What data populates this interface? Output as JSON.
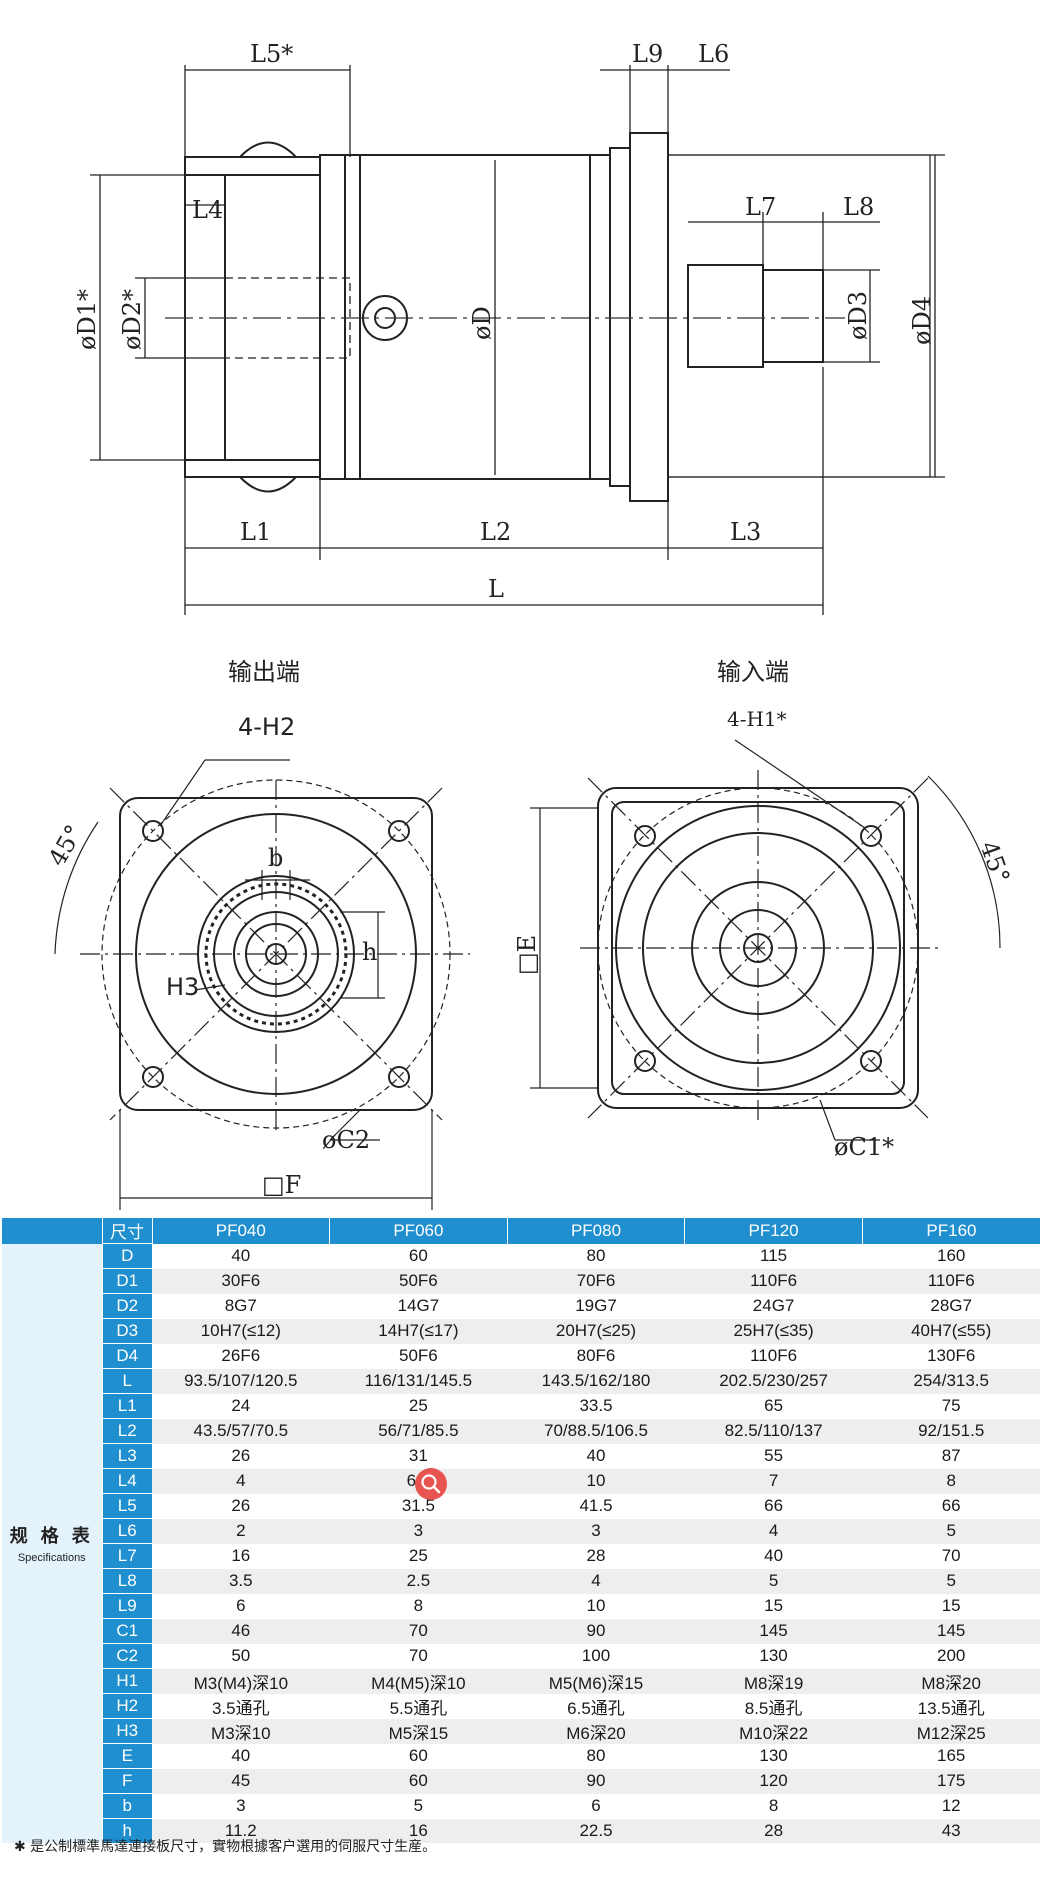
{
  "drawing": {
    "side_view": {
      "labels": [
        "L5*",
        "L9",
        "L6",
        "L4",
        "L7",
        "L8",
        "øD1*",
        "øD2*",
        "øD",
        "øD3",
        "øD4",
        "L1",
        "L2",
        "L3",
        "L"
      ]
    },
    "output_view": {
      "title": "输出端",
      "labels": [
        "4-H2",
        "45°",
        "b",
        "h",
        "H3",
        "øC2",
        "□F"
      ]
    },
    "input_view": {
      "title": "输入端",
      "labels": [
        "4-H1*",
        "45°",
        "□E",
        "øC1*"
      ]
    }
  },
  "table": {
    "header_label": "尺寸",
    "side_title": "规 格 表",
    "side_subtitle": "Specifications",
    "models": [
      "PF040",
      "PF060",
      "PF080",
      "PF120",
      "PF160"
    ],
    "rows": [
      {
        "key": "D",
        "values": [
          "40",
          "60",
          "80",
          "115",
          "160"
        ]
      },
      {
        "key": "D1",
        "values": [
          "30F6",
          "50F6",
          "70F6",
          "110F6",
          "110F6"
        ]
      },
      {
        "key": "D2",
        "values": [
          "8G7",
          "14G7",
          "19G7",
          "24G7",
          "28G7"
        ]
      },
      {
        "key": "D3",
        "values": [
          "10H7(≤12)",
          "14H7(≤17)",
          "20H7(≤25)",
          "25H7(≤35)",
          "40H7(≤55)"
        ]
      },
      {
        "key": "D4",
        "values": [
          "26F6",
          "50F6",
          "80F6",
          "110F6",
          "130F6"
        ]
      },
      {
        "key": "L",
        "values": [
          "93.5/107/120.5",
          "116/131/145.5",
          "143.5/162/180",
          "202.5/230/257",
          "254/313.5"
        ]
      },
      {
        "key": "L1",
        "values": [
          "24",
          "25",
          "33.5",
          "65",
          "75"
        ]
      },
      {
        "key": "L2",
        "values": [
          "43.5/57/70.5",
          "56/71/85.5",
          "70/88.5/106.5",
          "82.5/110/137",
          "92/151.5"
        ]
      },
      {
        "key": "L3",
        "values": [
          "26",
          "31",
          "40",
          "55",
          "87"
        ]
      },
      {
        "key": "L4",
        "values": [
          "4",
          "6.5",
          "10",
          "7",
          "8"
        ]
      },
      {
        "key": "L5",
        "values": [
          "26",
          "31.5",
          "41.5",
          "66",
          "66"
        ]
      },
      {
        "key": "L6",
        "values": [
          "2",
          "3",
          "3",
          "4",
          "5"
        ]
      },
      {
        "key": "L7",
        "values": [
          "16",
          "25",
          "28",
          "40",
          "70"
        ]
      },
      {
        "key": "L8",
        "values": [
          "3.5",
          "2.5",
          "4",
          "5",
          "5"
        ]
      },
      {
        "key": "L9",
        "values": [
          "6",
          "8",
          "10",
          "15",
          "15"
        ]
      },
      {
        "key": "C1",
        "values": [
          "46",
          "70",
          "90",
          "145",
          "145"
        ]
      },
      {
        "key": "C2",
        "values": [
          "50",
          "70",
          "100",
          "130",
          "200"
        ]
      },
      {
        "key": "H1",
        "values": [
          "M3(M4)深10",
          "M4(M5)深10",
          "M5(M6)深15",
          "M8深19",
          "M8深20"
        ]
      },
      {
        "key": "H2",
        "values": [
          "3.5通孔",
          "5.5通孔",
          "6.5通孔",
          "8.5通孔",
          "13.5通孔"
        ]
      },
      {
        "key": "H3",
        "values": [
          "M3深10",
          "M5深15",
          "M6深20",
          "M10深22",
          "M12深25"
        ]
      },
      {
        "key": "E",
        "values": [
          "40",
          "60",
          "80",
          "130",
          "165"
        ]
      },
      {
        "key": "F",
        "values": [
          "45",
          "60",
          "90",
          "120",
          "175"
        ]
      },
      {
        "key": "b",
        "values": [
          "3",
          "5",
          "6",
          "8",
          "12"
        ]
      },
      {
        "key": "h",
        "values": [
          "11.2",
          "16",
          "22.5",
          "28",
          "43"
        ]
      }
    ]
  },
  "footnote": "✱ 是公制標準馬達連接板尺寸，實物根據客户選用的伺服尺寸生産。",
  "icons": {
    "zoom": "magnifier-icon"
  },
  "colors": {
    "header_blue": "#1f8fcf",
    "side_bg": "#e4f2fb",
    "zoom_red": "#e8544f"
  }
}
